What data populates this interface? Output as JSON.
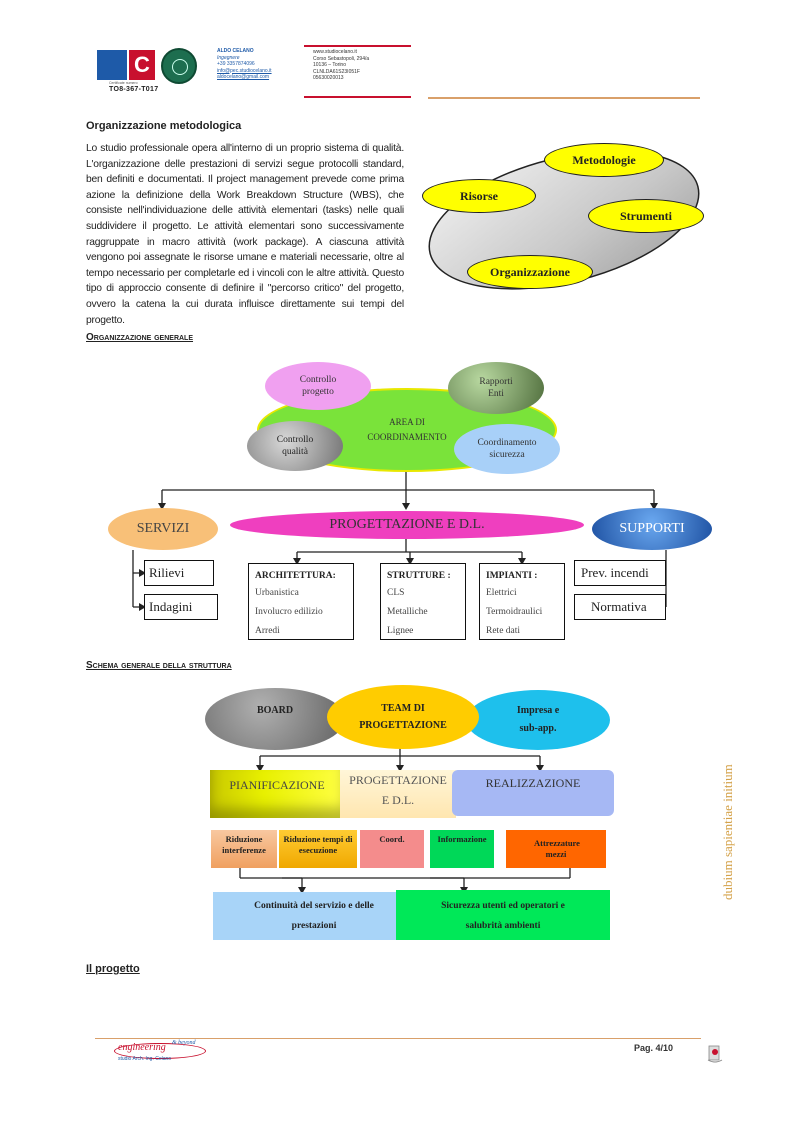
{
  "header": {
    "logo_text": "TO8-367-T017",
    "logo_cert": "Certificate numero",
    "contact_name": "ALDO CELANO",
    "contact_title": "Ingegnere",
    "contact_phone": "+39 3357874096",
    "contact_email1": "info@pec.studiocelano.it",
    "contact_email2": "aldocelano@gmail.com",
    "address_web": "www.studiocelano.it",
    "address_street": "Corso Sebastopoli, 294/a",
    "address_city": "10136 – Torino",
    "address_cf": "CLNLDA61S23I051F",
    "address_piva": "05630020013"
  },
  "section1": {
    "title": "Organizzazione metodologica",
    "paragraph": "Lo studio professionale opera all'interno di un proprio sistema di qualità. L'organizzazione delle prestazioni di servizi segue protocolli standard, ben definiti e documentati. Il project management prevede come prima azione la definizione della Work Breakdown Structure (WBS), che consiste nell'individuazione delle attività elementari (tasks) nelle quali suddividere il progetto. Le attività elementari sono successivamente raggruppate in macro attività (work package). A ciascuna attività vengono poi assegnate le risorse umane e materiali necessarie, oltre al tempo necessario per completarle ed i vincoli con le altre attività.  Questo tipo di approccio consente di definire il \"percorso critico\" del progetto, ovvero la catena la cui durata influisce direttamente sui tempi del progetto.",
    "diagram": {
      "metodologie": "Metodologie",
      "risorse": "Risorse",
      "strumenti": "Strumenti",
      "organizzazione": "Organizzazione"
    }
  },
  "section2": {
    "title": "Organizzazione generale",
    "controllo_progetto": "Controllo progetto",
    "rapporti_enti": "Rapporti Enti",
    "area_coord": "AREA DI COORDINAMENTO",
    "controllo_qualita": "Controllo qualità",
    "coord_sicurezza": "Coordinamento sicurezza",
    "servizi": "SERVIZI",
    "progettazione": "PROGETTAZIONE E D.L.",
    "supporti": "SUPPORTI",
    "rilievi": "Rilievi",
    "indagini": "Indagini",
    "prev_incendi": "Prev. incendi",
    "normativa": "Normativa",
    "architettura": {
      "title": "ARCHITETTURA:",
      "items": [
        "Urbanistica",
        "Involucro edilizio",
        "Arredi"
      ]
    },
    "strutture": {
      "title": "STRUTTURE :",
      "items": [
        "CLS",
        "Metalliche",
        "Lignee"
      ]
    },
    "impianti": {
      "title": "IMPIANTI :",
      "items": [
        "Elettrici",
        "Termoidraulici",
        "Rete dati"
      ]
    }
  },
  "section3": {
    "title": "Schema generale della struttura",
    "board": "BOARD",
    "team": "TEAM DI PROGETTAZIONE",
    "impresa": "Impresa e sub-app.",
    "pianificazione": "PIANIFICAZIONE",
    "progettazione_dl": "PROGETTAZIONE E D.L.",
    "realizzazione": "REALIZZAZIONE",
    "riduzione_interferenze": "Riduzione interferenze",
    "riduzione_tempi": "Riduzione tempi di esecuzione",
    "coord": "Coord.",
    "informazione": "Informazione",
    "attrezzature": "Attrezzature mezzi",
    "continuita": "Continuità del servizio e delle prestazioni",
    "sicurezza": "Sicurezza utenti ed operatori e salubrità ambienti"
  },
  "section4": {
    "title": "Il progetto"
  },
  "side_text": "dubium sapientiae initium",
  "footer": {
    "brand": "engineering",
    "brand_sup": "& beyond",
    "studio": "studio Arch. Ing. Celano",
    "page": "Pag. 4/10"
  },
  "colors": {
    "accent_red": "#c8102e",
    "rule_orange": "#d9a06a",
    "side_text": "#d4a24a"
  }
}
